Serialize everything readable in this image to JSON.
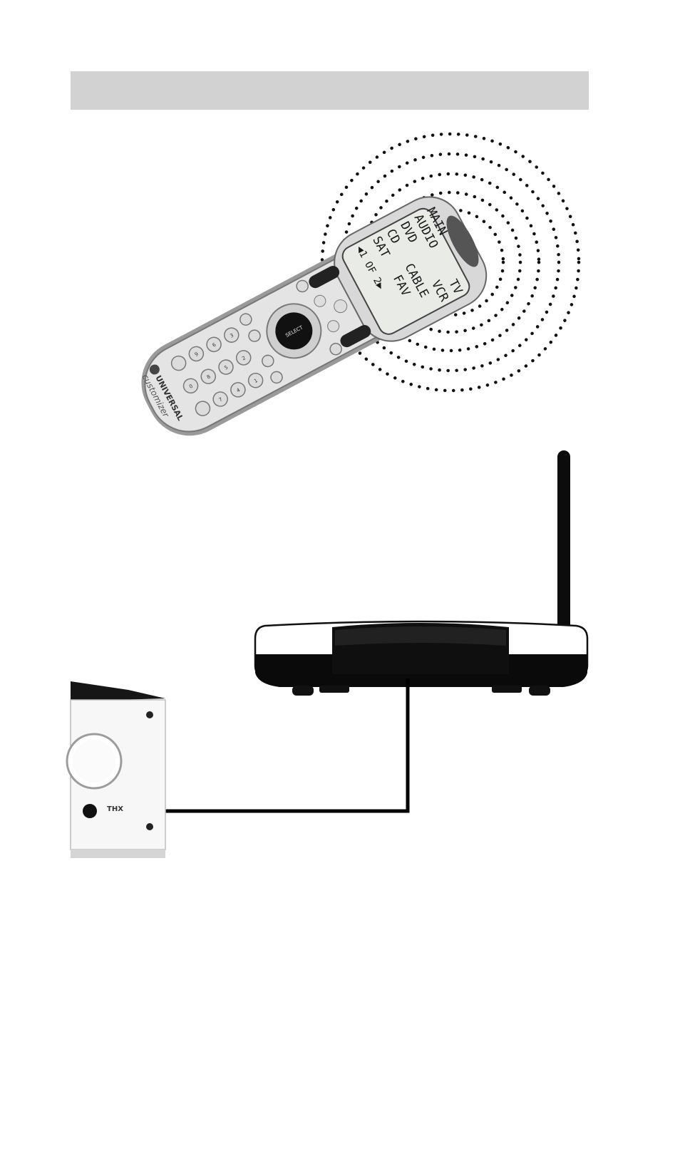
{
  "remote": {
    "brand": "UNIVERSAL",
    "model": "customizer",
    "screen": {
      "title": "MAIN",
      "left_items": [
        "AUDIO",
        "DVD",
        "CD",
        "SAT"
      ],
      "right_items": [
        "TV",
        "VCR",
        "CABLE",
        "FAV"
      ],
      "page_indicator": "◀1 OF 2▶"
    },
    "select_label": "SELECT",
    "keypad": [
      "1",
      "2",
      "3",
      "4",
      "5",
      "6",
      "7",
      "8",
      "9",
      "0"
    ]
  },
  "receiver": {
    "badge": "THX"
  },
  "colors": {
    "header_bar": "#d2d2d2",
    "ink": "#000000"
  }
}
